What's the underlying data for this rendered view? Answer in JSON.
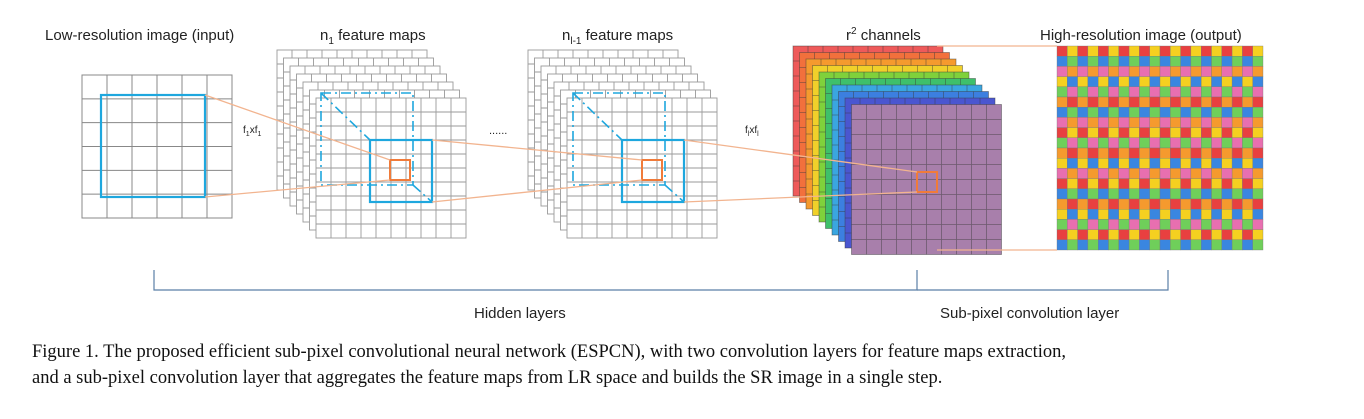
{
  "labels": {
    "input": "Low-resolution image (input)",
    "feat1_prefix": "n",
    "feat1_sub": "1",
    "feat1_suffix": " feature maps",
    "featL_prefix": "n",
    "featL_sub": "l-1",
    "featL_suffix": " feature maps",
    "channels_prefix": "r",
    "channels_sup": "2",
    "channels_suffix": " channels",
    "output": "High-resolution image (output)",
    "filter1_main": "f",
    "filter1_sub1": "1",
    "filter1_mid": "xf",
    "filter1_sub2": "1",
    "filterL_main": "f",
    "filterL_sub1": "l",
    "filterL_mid": "xf",
    "filterL_sub2": "l",
    "ellipsis": "......",
    "hidden_layers": "Hidden layers",
    "subpixel_layer": "Sub-pixel convolution layer"
  },
  "caption": {
    "line1": "Figure 1. The proposed efficient sub-pixel convolutional neural network (ESPCN), with two convolution layers for feature maps extraction,",
    "line2": "and a sub-pixel convolution layer that aggregates the feature maps from LR space and builds the SR image in a single step."
  },
  "colors": {
    "grid": "#888888",
    "receptive_field": "#1ea7de",
    "kernel": "#f07b3a",
    "connector": "#f2b48f",
    "bracket": "#5b7fa6",
    "channels": [
      "#ee5a5a",
      "#f2703c",
      "#f59a2e",
      "#f0d02a",
      "#7fd13b",
      "#3ec06a",
      "#3aa6e0",
      "#3c7fe0",
      "#4a56d0",
      "#a87fab"
    ],
    "output_palette": [
      "#e84040",
      "#f5d020",
      "#3a86e0",
      "#6fcf5a",
      "#e86fb0",
      "#f59a2e"
    ]
  }
}
